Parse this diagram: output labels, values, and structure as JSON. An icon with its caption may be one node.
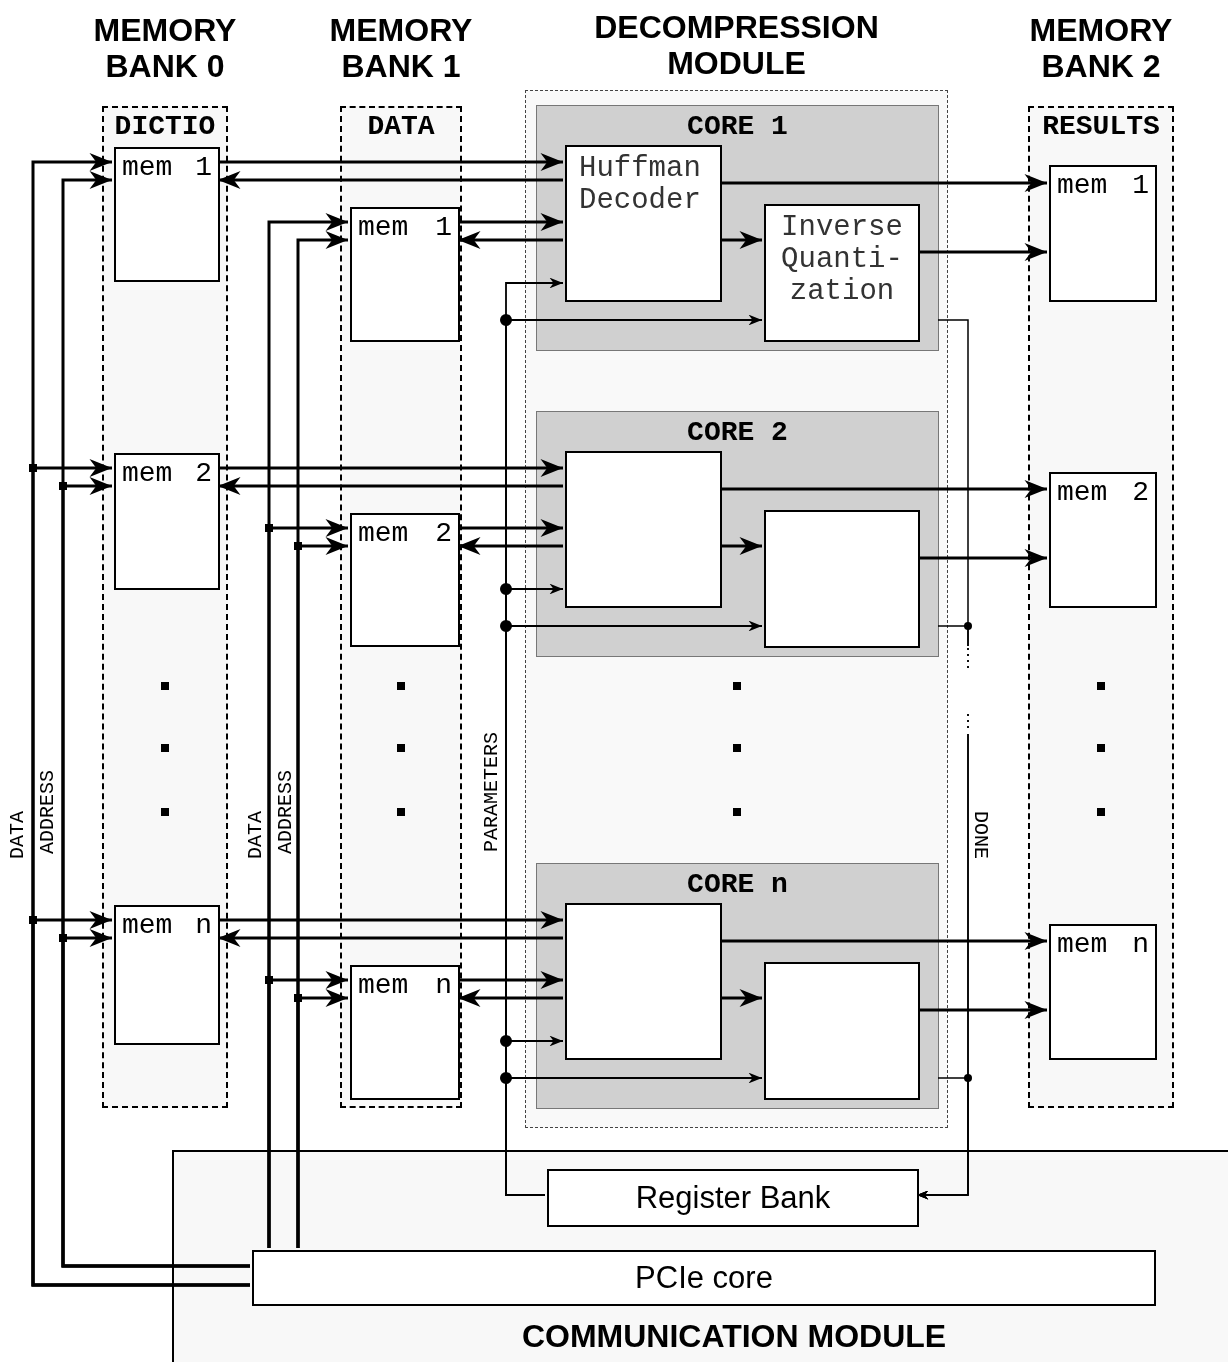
{
  "diagram": {
    "nodes": [
      {
        "text": [
          "MEMORY BANK 0",
          "DICTIO"
        ]
      },
      {
        "text": [
          "mem 1"
        ],
        "in": 0
      },
      {
        "text": [
          "mem 2"
        ],
        "in": 0
      },
      {
        "text": [
          "mem n"
        ],
        "in": 0
      },
      {
        "text": [
          "MEMORY BANK 1",
          "DATA"
        ]
      },
      {
        "text": [
          "mem 1"
        ],
        "in": 4
      },
      {
        "text": [
          "mem 2"
        ],
        "in": 4
      },
      {
        "text": [
          "mem n"
        ],
        "in": 4
      },
      {
        "text": [
          "DECOMPRESSION MODULE"
        ]
      },
      {
        "text": [
          "CORE 1"
        ],
        "in": 8
      },
      {
        "text": [
          "Huffman Decoder"
        ],
        "in": 9
      },
      {
        "text": [
          "Inverse Quanti- zation"
        ],
        "in": 9
      },
      {
        "text": [
          "CORE 2"
        ],
        "in": 8
      },
      {
        "text": [],
        "shape": "box",
        "in": 12
      },
      {
        "text": [],
        "shape": "box",
        "in": 12
      },
      {
        "text": [
          "CORE n"
        ],
        "in": 8
      },
      {
        "text": [],
        "shape": "box",
        "in": 15
      },
      {
        "text": [],
        "shape": "box",
        "in": 15
      },
      {
        "text": [
          "MEMORY BANK 2",
          "RESULTS"
        ]
      },
      {
        "text": [
          "mem 1"
        ],
        "in": 18
      },
      {
        "text": [
          "mem 2"
        ],
        "in": 18
      },
      {
        "text": [
          "mem n"
        ],
        "in": 18
      },
      {
        "text": [
          "COMMUNICATION MODULE"
        ]
      },
      {
        "text": [
          "Register Bank"
        ],
        "in": 22
      },
      {
        "text": [
          "PCIe core"
        ],
        "in": 22
      }
    ],
    "edges": [
      {
        "from": 1,
        "to": 10,
        "arrow": "to"
      },
      {
        "from": 10,
        "to": 1,
        "arrow": "to"
      },
      {
        "from": 5,
        "to": 10,
        "arrow": "to"
      },
      {
        "from": 10,
        "to": 5,
        "arrow": "to"
      },
      {
        "from": 10,
        "to": 11,
        "arrow": "to"
      },
      {
        "from": 10,
        "to": 19,
        "arrow": "to"
      },
      {
        "from": 11,
        "to": 19,
        "arrow": "to"
      },
      {
        "from": 2,
        "to": 13,
        "arrow": "to"
      },
      {
        "from": 13,
        "to": 2,
        "arrow": "to"
      },
      {
        "from": 6,
        "to": 13,
        "arrow": "to"
      },
      {
        "from": 13,
        "to": 6,
        "arrow": "to"
      },
      {
        "from": 13,
        "to": 14,
        "arrow": "to"
      },
      {
        "from": 13,
        "to": 20,
        "arrow": "to"
      },
      {
        "from": 14,
        "to": 20,
        "arrow": "to"
      },
      {
        "from": 3,
        "to": 16,
        "arrow": "to"
      },
      {
        "from": 16,
        "to": 3,
        "arrow": "to"
      },
      {
        "from": 7,
        "to": 16,
        "arrow": "to"
      },
      {
        "from": 16,
        "to": 7,
        "arrow": "to"
      },
      {
        "from": 16,
        "to": 17,
        "arrow": "to"
      },
      {
        "from": 16,
        "to": 21,
        "arrow": "to"
      },
      {
        "from": 17,
        "to": 21,
        "arrow": "to"
      },
      {
        "from": 24,
        "to": 1,
        "arrow": "to"
      },
      {
        "from": 24,
        "to": 2,
        "arrow": "to"
      },
      {
        "from": 24,
        "to": 3,
        "arrow": "to"
      },
      {
        "from": 24,
        "to": 1,
        "arrow": "to"
      },
      {
        "from": 24,
        "to": 2,
        "arrow": "to"
      },
      {
        "from": 24,
        "to": 3,
        "arrow": "to"
      },
      {
        "from": 24,
        "to": 5,
        "arrow": "to"
      },
      {
        "from": 24,
        "to": 6,
        "arrow": "to"
      },
      {
        "from": 24,
        "to": 7,
        "arrow": "to"
      },
      {
        "from": 24,
        "to": 5,
        "arrow": "to"
      },
      {
        "from": 24,
        "to": 6,
        "arrow": "to"
      },
      {
        "from": 24,
        "to": 7,
        "arrow": "to"
      },
      {
        "from": 23,
        "to": 10,
        "arrow": "to"
      },
      {
        "from": 23,
        "to": 13,
        "arrow": "to"
      },
      {
        "from": 23,
        "to": 16,
        "arrow": "to"
      },
      {
        "from": 23,
        "to": 11,
        "arrow": "to"
      },
      {
        "from": 23,
        "to": 14,
        "arrow": "to"
      },
      {
        "from": 23,
        "to": 17,
        "arrow": "to"
      },
      {
        "from": 9,
        "to": 23,
        "arrow": "to"
      },
      {
        "from": 12,
        "to": 23,
        "arrow": "to"
      },
      {
        "from": 15,
        "to": 23,
        "arrow": "to"
      }
    ],
    "labels": [
      "DATA",
      "ADDRESS",
      "DATA",
      "ADDRESS",
      "PARAMETERS",
      "DONE"
    ]
  }
}
